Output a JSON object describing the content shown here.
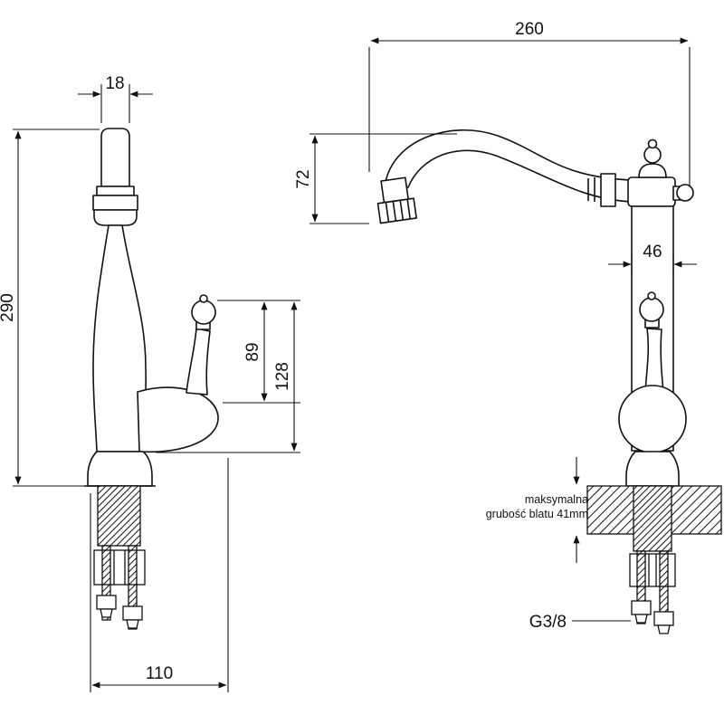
{
  "front_view": {
    "dims": {
      "spout_width": "18",
      "total_height": "290",
      "handle_span": "89",
      "body_span": "128",
      "base_width": "110"
    }
  },
  "side_view": {
    "dims": {
      "reach": "260",
      "spout_rise": "72",
      "body_width": "46",
      "thread": "G3/8"
    },
    "counter_note": {
      "line1": "maksymalna",
      "line2": "grubość blatu 41mm"
    }
  },
  "style": {
    "line_color": "#111111",
    "background": "#ffffff"
  }
}
